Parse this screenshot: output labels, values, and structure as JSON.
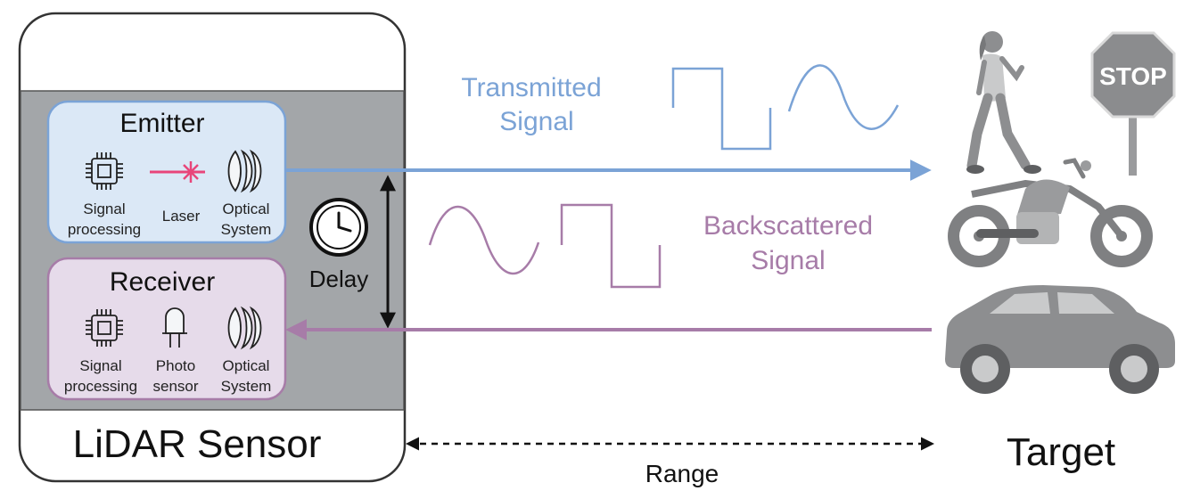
{
  "sensor": {
    "title": "LiDAR Sensor",
    "emitter": {
      "title": "Emitter",
      "items": [
        {
          "line1": "Signal",
          "line2": "processing",
          "icon": "chip-icon"
        },
        {
          "line1": "Laser",
          "line2": "",
          "icon": "laser-icon"
        },
        {
          "line1": "Optical",
          "line2": "System",
          "icon": "lens-icon"
        }
      ]
    },
    "receiver": {
      "title": "Receiver",
      "items": [
        {
          "line1": "Signal",
          "line2": "processing",
          "icon": "chip-icon"
        },
        {
          "line1": "Photo",
          "line2": "sensor",
          "icon": "photodiode-icon"
        },
        {
          "line1": "Optical",
          "line2": "System",
          "icon": "lens-icon"
        }
      ]
    },
    "delay_label": "Delay"
  },
  "signals": {
    "transmitted": {
      "line1": "Transmitted",
      "line2": "Signal"
    },
    "backscattered": {
      "line1": "Backscattered",
      "line2": "Signal"
    }
  },
  "target_label": "Target",
  "range_label": "Range",
  "stop_sign_text": "STOP",
  "colors": {
    "transmit": "#7ba3d6",
    "receive": "#a77ca8",
    "emitter_fill": "#dbe8f6",
    "receiver_fill": "#e6dbea",
    "sensor_band": "#a3a6a9",
    "laser": "#e8457a",
    "target_gray": "#8d8e90",
    "stop_red": "#8b8c8e"
  }
}
